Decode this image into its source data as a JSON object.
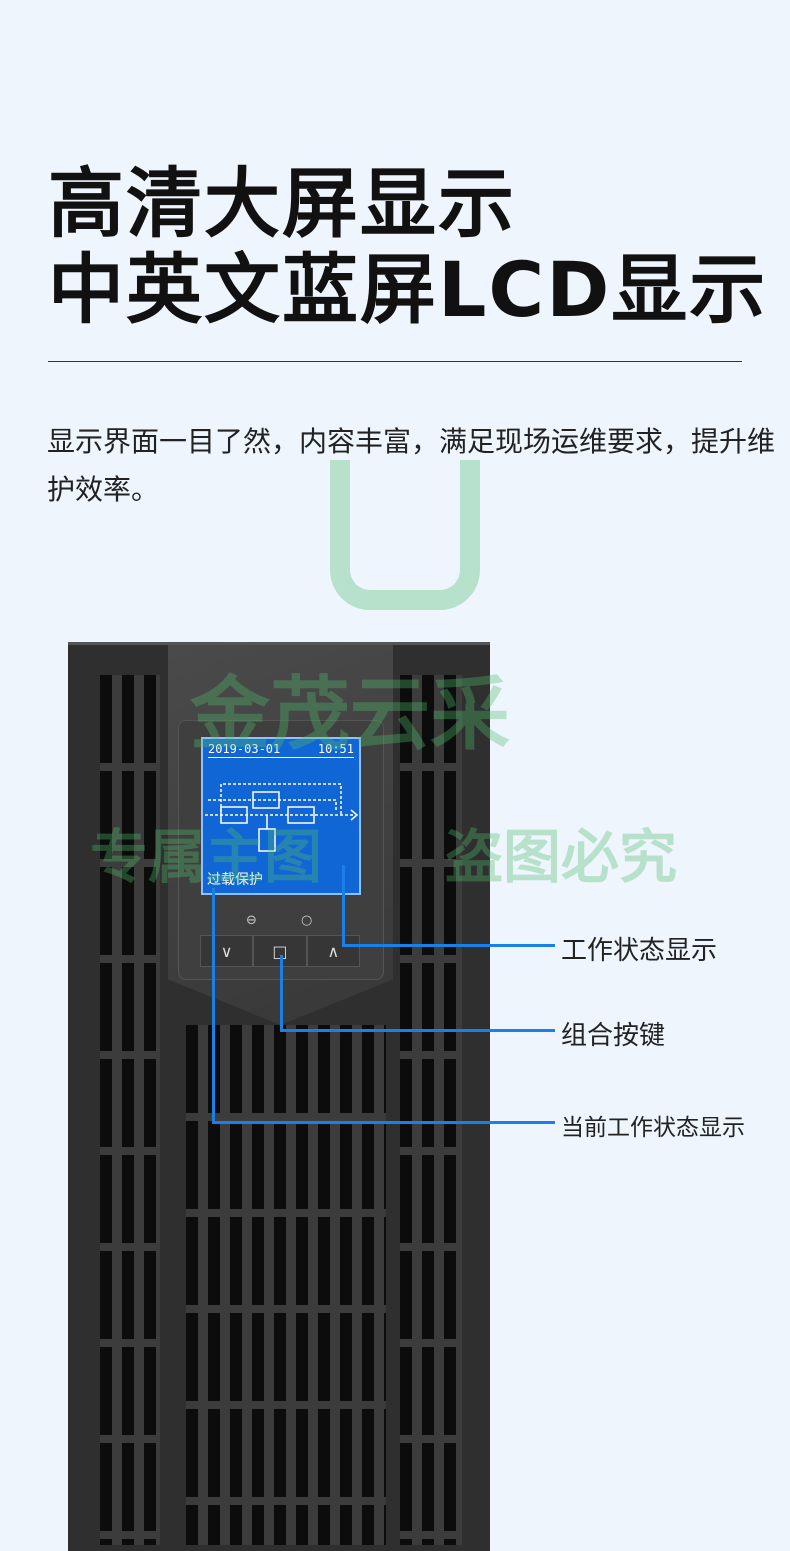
{
  "headline": {
    "line1": "高清大屏显示",
    "line2": "中英文蓝屏LCD显示"
  },
  "description": "显示界面一目了然，内容丰富，满足现场运维要求，提升维护效率。",
  "lcd": {
    "date": "2019-03-01",
    "time": "10:51",
    "status": "过载保护"
  },
  "buttons": {
    "down": "∨",
    "enter": "□",
    "up": "∧",
    "minus_symbol": "⊖",
    "power_symbol": "○"
  },
  "callouts": [
    "工作状态显示",
    "组合按键",
    "当前工作状态显示"
  ],
  "watermark": {
    "logo": "金茂云采",
    "left": "专属主图",
    "right": "盗图必究"
  },
  "colors": {
    "background": "#eef5fd",
    "callout": "#1a7fe6",
    "lcd": "#1166d6"
  }
}
